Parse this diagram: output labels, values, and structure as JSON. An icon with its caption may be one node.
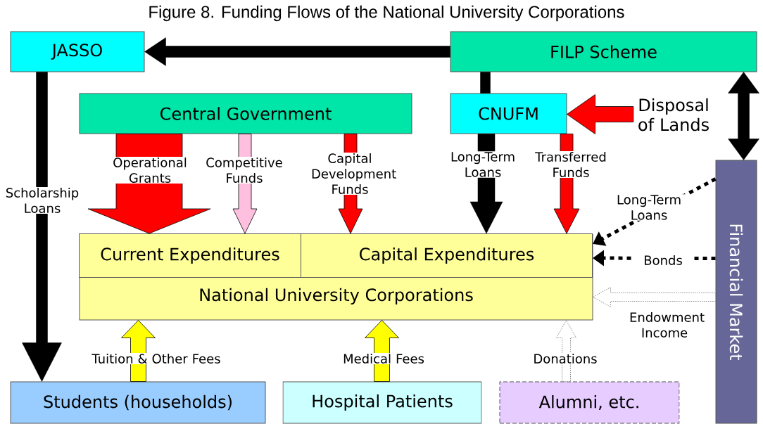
{
  "diagram": {
    "title": "Figure 8. Funding Flows of the National University Corporations",
    "nodes": [
      {
        "text": [
          "JASSO"
        ]
      },
      {
        "text": [
          "FILP Scheme"
        ]
      },
      {
        "text": [
          "Central Government"
        ]
      },
      {
        "text": [
          "CNUFM"
        ]
      },
      {
        "text": [
          "Disposal of Lands"
        ]
      },
      {
        "text": [
          "Financial Market"
        ]
      },
      {
        "text": [
          "National University Corporations"
        ]
      },
      {
        "text": [
          "Current Expenditures"
        ],
        "in": 6
      },
      {
        "text": [
          "Capital Expenditures"
        ],
        "in": 6
      },
      {
        "text": [
          "Students (households)"
        ]
      },
      {
        "text": [
          "Hospital Patients"
        ]
      },
      {
        "text": [
          "Alumni, etc."
        ]
      }
    ],
    "edges": [
      {
        "from": 1,
        "to": 0,
        "arrow": "to"
      },
      {
        "from": 1,
        "to": 3,
        "arrow": "none"
      },
      {
        "from": 0,
        "to": 9,
        "arrow": "to",
        "label": "Scholarship Loans"
      },
      {
        "from": 2,
        "to": 7,
        "arrow": "to",
        "label": "Operational Grants",
        "color": "#ff0000"
      },
      {
        "from": 2,
        "to": 7,
        "arrow": "to",
        "label": "Competitive Funds",
        "color": "#ffc0e0"
      },
      {
        "from": 2,
        "to": 8,
        "arrow": "to",
        "label": "Capital Development Funds",
        "color": "#ff0000"
      },
      {
        "from": 3,
        "to": 8,
        "arrow": "to",
        "label": "Long-Term Loans"
      },
      {
        "from": 3,
        "to": 8,
        "arrow": "to",
        "label": "Transferred Funds",
        "color": "#ff0000"
      },
      {
        "from": 4,
        "to": 3,
        "arrow": "to",
        "color": "#ff0000"
      },
      {
        "from": 1,
        "to": 5,
        "arrow": "both"
      },
      {
        "from": 5,
        "to": 8,
        "arrow": "to",
        "label": "Long-Term Loans",
        "style": "dashed"
      },
      {
        "from": 5,
        "to": 8,
        "arrow": "to",
        "label": "Bonds",
        "style": "dashed"
      },
      {
        "from": 5,
        "to": 6,
        "arrow": "to",
        "label": "Endowment Income",
        "style": "dashed",
        "color": "#ffffff"
      },
      {
        "from": 9,
        "to": 6,
        "arrow": "to",
        "label": "Tuition & Other Fees",
        "color": "#ffff00"
      },
      {
        "from": 10,
        "to": 6,
        "arrow": "to",
        "label": "Medical Fees",
        "color": "#ffff00"
      },
      {
        "from": 11,
        "to": 6,
        "arrow": "to",
        "label": "Donations",
        "style": "dashed",
        "color": "#ffffff"
      }
    ]
  }
}
